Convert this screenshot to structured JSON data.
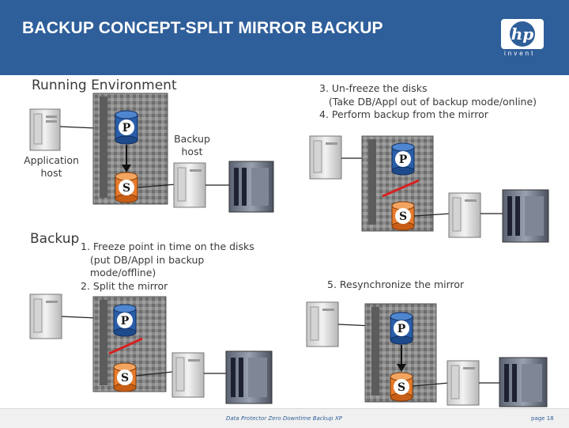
{
  "header": {
    "title": "BACKUP CONCEPT-SPLIT MIRROR BACKUP",
    "logo_text": "hp",
    "tagline": "invent",
    "color": "#2f5f9a"
  },
  "panels": {
    "running": {
      "title": "Running Environment",
      "app_host_label": "Application\nhost",
      "backup_host_label": "Backup\nhost"
    },
    "backup": {
      "title": "Backup",
      "steps": "1. Freeze point in time on the disks\n   (put DB/Appl in backup\n   mode/offline)\n2. Split the mirror"
    },
    "unfreeze": {
      "steps": "3. Un-freeze the disks\n   (Take DB/Appl out of backup mode/online)\n4. Perform backup from the mirror"
    },
    "resync": {
      "steps": "5. Resynchronize the mirror"
    }
  },
  "disks": {
    "primary": "P",
    "secondary": "S",
    "primary_color": "#2a5ea8",
    "secondary_color": "#e87a2a"
  },
  "footer": {
    "text": "Data Protector Zero Downtime Backup XP",
    "page": "page 18"
  }
}
